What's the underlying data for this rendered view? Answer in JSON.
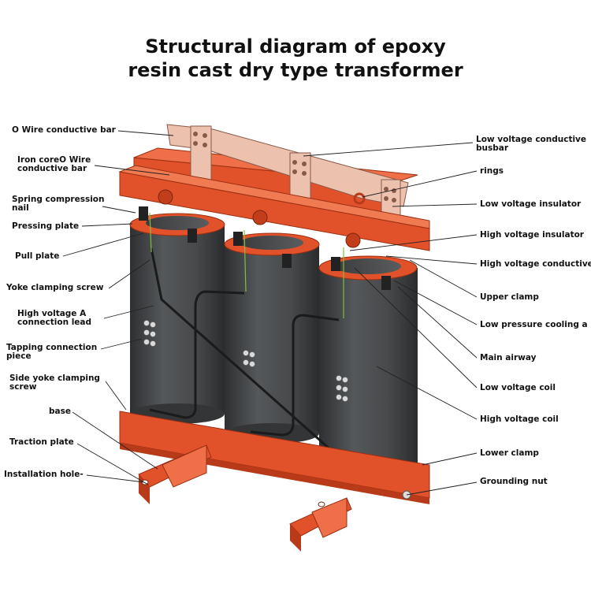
{
  "title": {
    "line1": "Structural diagram of epoxy",
    "line2": "resin cast dry type transformer"
  },
  "colors": {
    "frame": "#e2522a",
    "frame_dark": "#b83a18",
    "coil": "#4a4c4e",
    "coil_dark": "#2f3133",
    "copper": "#e9b6a2",
    "lead": "#1b1b1b"
  },
  "labels": {
    "left": [
      "O Wire conductive bar",
      "Iron coreO Wire conductive bar",
      "Spring compression nail",
      "Pressing plate",
      "Pull plate",
      "Yoke clamping screw",
      "High voltage A connection lead",
      "Tapping connection piece",
      "Side yoke clamping screw",
      "base",
      "Traction plate",
      "Installation hole-"
    ],
    "right": [
      "Low voltage conductive busbar",
      "rings",
      "Low voltage insulator",
      "High voltage insulator",
      "High voltage conductive",
      "Upper clamp",
      "Low pressure cooling a",
      "Main airway",
      "Low voltage coil",
      "High voltage coil",
      "Lower clamp",
      "Grounding nut"
    ]
  }
}
